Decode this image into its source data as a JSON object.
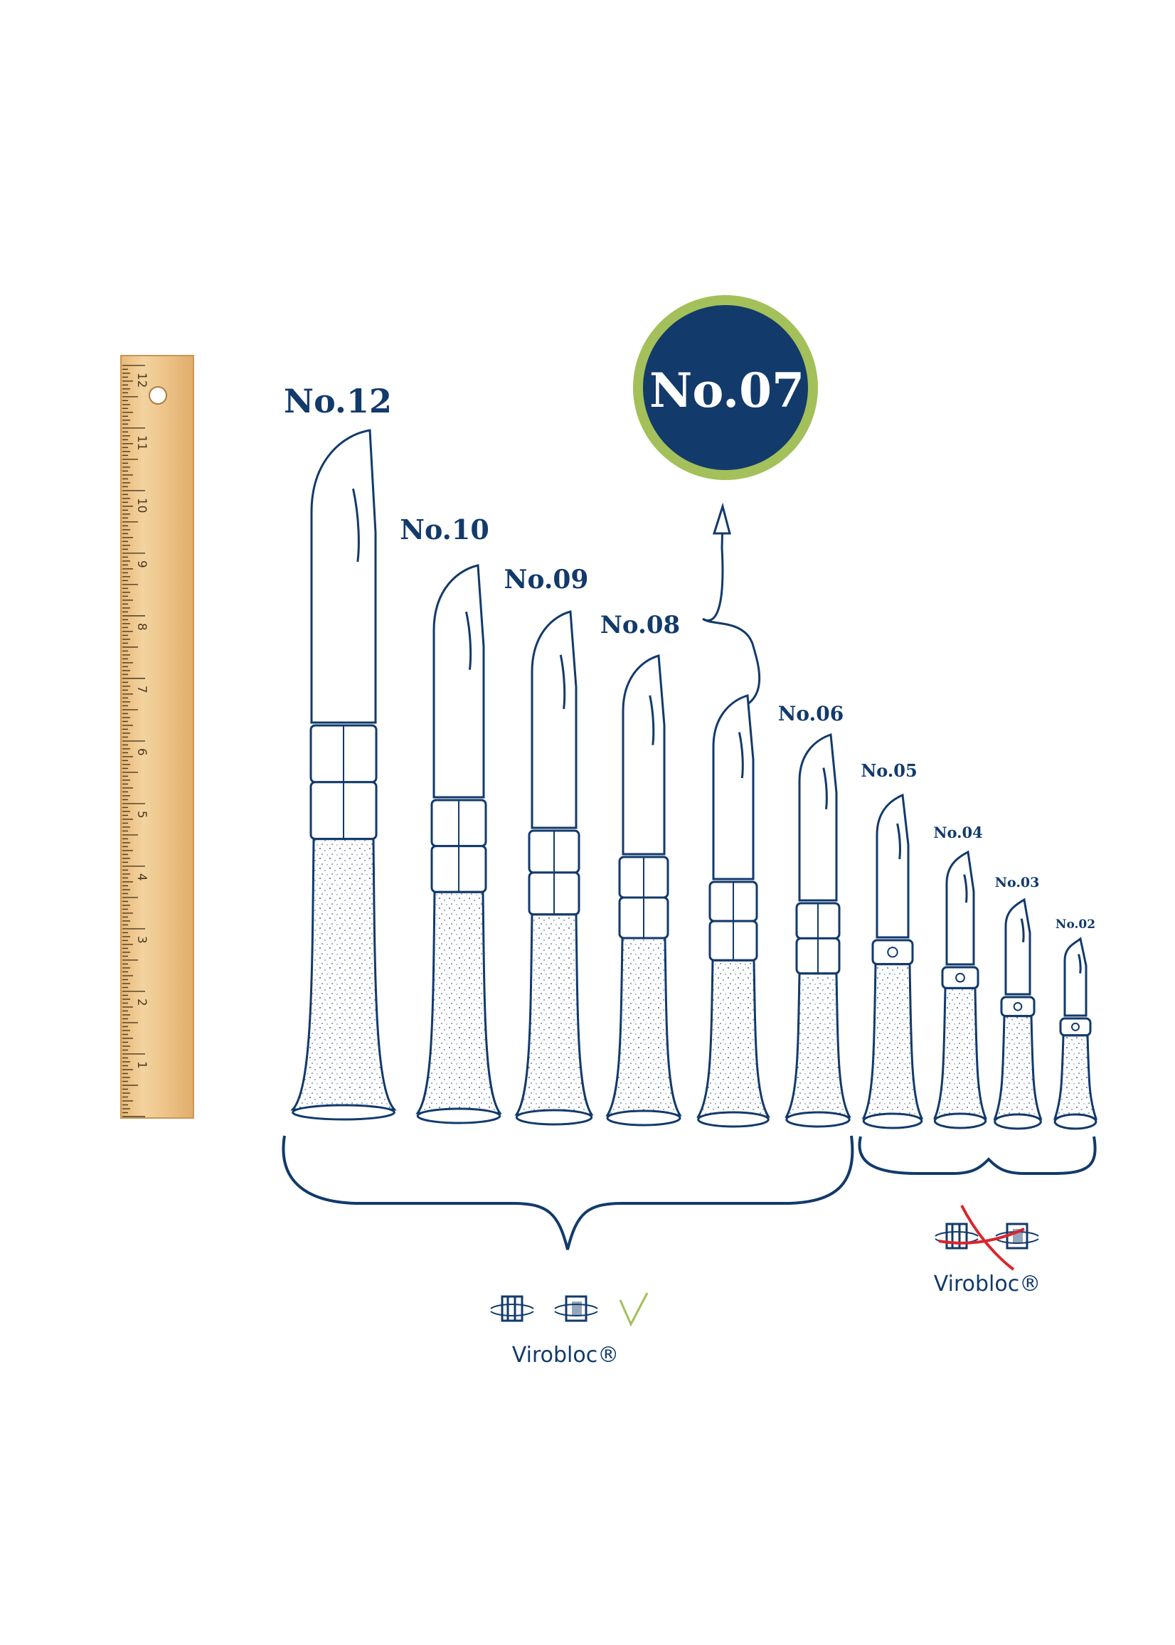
{
  "featured_badge": {
    "label": "No.07",
    "fill_color": "#123a6b",
    "ring_color": "#a3c05a"
  },
  "ruler": {
    "numbers": [
      "1",
      "2",
      "3",
      "4",
      "5",
      "6",
      "7",
      "8",
      "9",
      "10",
      "11",
      "12"
    ]
  },
  "knives": [
    {
      "label": "No.12"
    },
    {
      "label": "No.10"
    },
    {
      "label": "No.09"
    },
    {
      "label": "No.08"
    },
    {
      "label": "No.07"
    },
    {
      "label": "No.06"
    },
    {
      "label": "No.05"
    },
    {
      "label": "No.04"
    },
    {
      "label": "No.03"
    },
    {
      "label": "No.02"
    }
  ],
  "groups": {
    "large": {
      "lock_label": "Virobloc®",
      "has_virobloc": true
    },
    "small": {
      "lock_label": "Virobloc®",
      "has_virobloc": false
    }
  },
  "colors": {
    "ink": "#123a6b",
    "accent_green": "#a3c05a",
    "cross_red": "#d9262c",
    "wood": "#efc98f"
  }
}
